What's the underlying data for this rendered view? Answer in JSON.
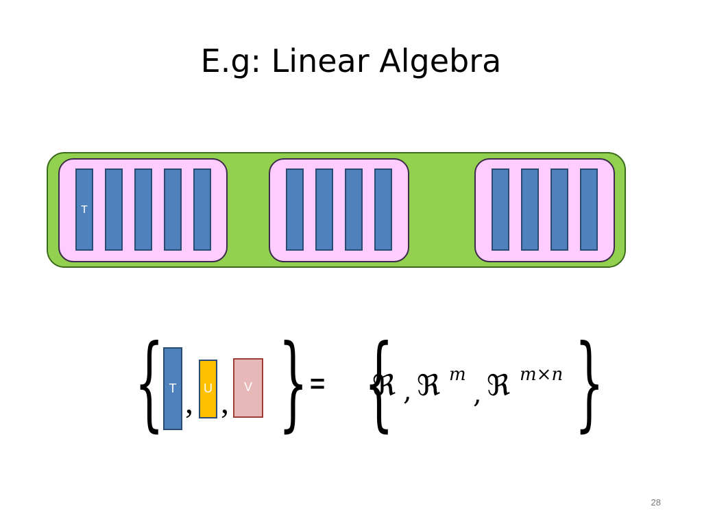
{
  "slide": {
    "title": "E.g: Linear Algebra",
    "number": "28"
  },
  "diagram": {
    "first_bar_label": "T",
    "equation": {
      "left_items": [
        "T",
        "U",
        "V"
      ],
      "separator": ",",
      "equals": "=",
      "set": {
        "real_symbol": "ℜ",
        "exp_m": "m",
        "exp_mxn": "m×n",
        "comma": ","
      }
    }
  },
  "colors": {
    "outer_fill": "#92d050",
    "group_fill": "#ffccff",
    "bar_fill": "#4f81bd",
    "u_fill": "#ffc000",
    "v_fill": "#e6b8b7"
  }
}
